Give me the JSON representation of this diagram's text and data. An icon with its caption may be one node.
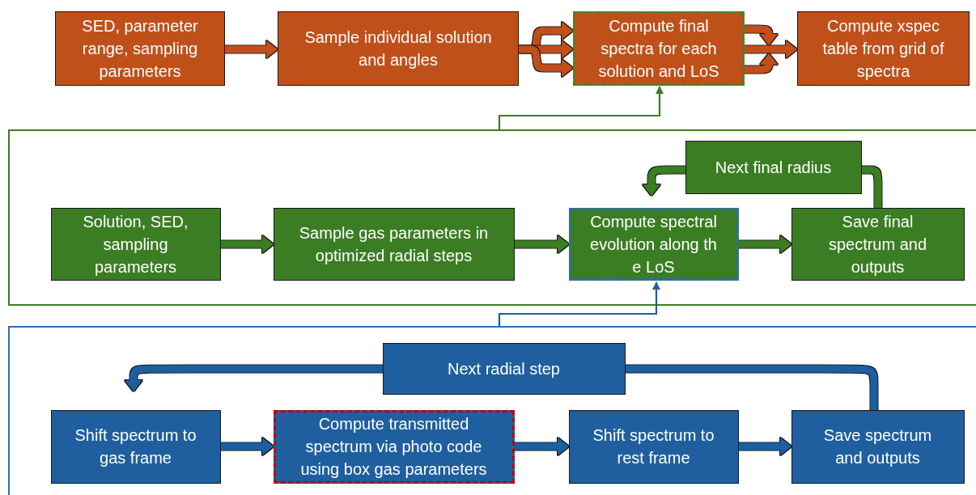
{
  "diagram": {
    "nodes": [
      {
        "text": [
          "SED, parameter range, sampling parameters"
        ]
      },
      {
        "text": [
          "Sample individual solution and angles"
        ]
      },
      {
        "text": [
          "Compute final spectra for each solution and LoS"
        ]
      },
      {
        "text": [
          "Compute xspec table from grid of spectra"
        ]
      },
      {
        "text": [],
        "shape": "box"
      },
      {
        "text": [
          "Next final radius"
        ],
        "in": 4
      },
      {
        "text": [
          "Solution, SED, sampling parameters"
        ],
        "in": 4
      },
      {
        "text": [
          "Sample gas parameters in optimized radial steps"
        ],
        "in": 4
      },
      {
        "text": [
          "Compute spectral evolution along  th e LoS"
        ],
        "in": 4
      },
      {
        "text": [
          "Save final spectrum and outputs"
        ],
        "in": 4
      },
      {
        "text": [],
        "shape": "box"
      },
      {
        "text": [
          "Next radial step"
        ],
        "in": 10
      },
      {
        "text": [
          "Shift spectrum to gas frame"
        ],
        "in": 10
      },
      {
        "text": [
          "Compute transmitted spectrum via photo code using box gas parameters"
        ],
        "in": 10
      },
      {
        "text": [
          "Shift spectrum to rest frame"
        ],
        "in": 10
      },
      {
        "text": [
          "Save spectrum and outputs"
        ],
        "in": 10
      }
    ],
    "edges": [
      {
        "from": 0,
        "to": 1,
        "arrow": "to",
        "color": "#c0501a"
      },
      {
        "from": 1,
        "to": 2,
        "arrow": "to",
        "color": "#c0501a"
      },
      {
        "from": 1,
        "to": 2,
        "arrow": "to",
        "color": "#c0501a"
      },
      {
        "from": 1,
        "to": 2,
        "arrow": "to",
        "color": "#c0501a"
      },
      {
        "from": 2,
        "to": 3,
        "arrow": "to",
        "color": "#c0501a"
      },
      {
        "from": 2,
        "to": 3,
        "arrow": "to",
        "color": "#c0501a"
      },
      {
        "from": 2,
        "to": 3,
        "arrow": "to",
        "color": "#c0501a"
      },
      {
        "from": 4,
        "to": 2,
        "arrow": "to",
        "color": "#3b7d23"
      },
      {
        "from": 6,
        "to": 7,
        "arrow": "to",
        "color": "#3b7d23"
      },
      {
        "from": 7,
        "to": 8,
        "arrow": "to",
        "color": "#3b7d23"
      },
      {
        "from": 8,
        "to": 9,
        "arrow": "to",
        "color": "#3b7d23"
      },
      {
        "from": 9,
        "to": 5,
        "arrow": "none",
        "color": "#3b7d23"
      },
      {
        "from": 5,
        "to": 8,
        "arrow": "to",
        "color": "#3b7d23"
      },
      {
        "from": 10,
        "to": 8,
        "arrow": "to",
        "color": "#1f5f9f"
      },
      {
        "from": 12,
        "to": 13,
        "arrow": "to",
        "color": "#1f5f9f"
      },
      {
        "from": 13,
        "to": 14,
        "arrow": "to",
        "color": "#1f5f9f"
      },
      {
        "from": 14,
        "to": 15,
        "arrow": "to",
        "color": "#1f5f9f"
      },
      {
        "from": 15,
        "to": 11,
        "arrow": "none",
        "color": "#1f5f9f"
      },
      {
        "from": 11,
        "to": 12,
        "arrow": "to",
        "color": "#1f5f9f"
      }
    ]
  }
}
